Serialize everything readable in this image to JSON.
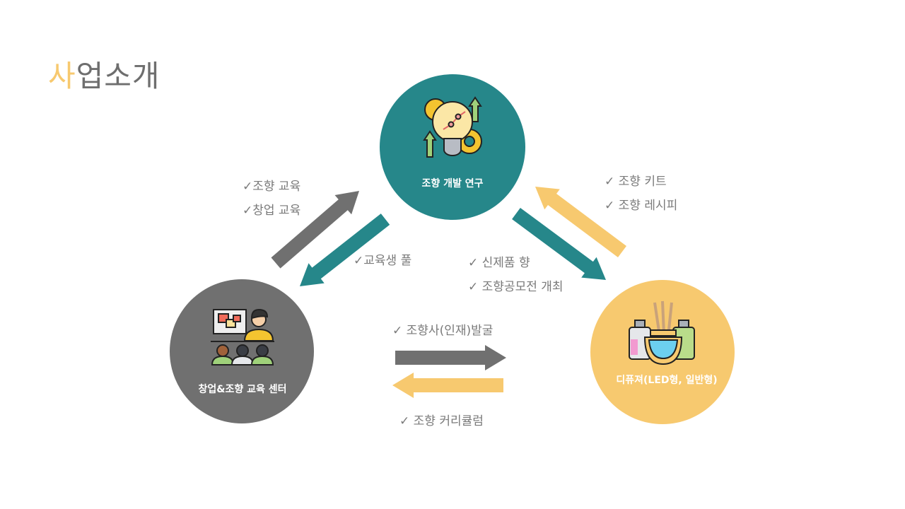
{
  "title": {
    "accent": "사",
    "rest": "업소개"
  },
  "colors": {
    "teal": "#26878a",
    "gray": "#707070",
    "yellow": "#f7c96f",
    "text": "#7a7a7a"
  },
  "nodes": {
    "research": {
      "label": "조향 개발 연구",
      "icon": "lightbulb-gears-icon"
    },
    "education": {
      "label": "창업&조향 교육 센터",
      "icon": "classroom-presenter-icon"
    },
    "diffuser": {
      "label": "디퓨져(LED형, 일반형)",
      "icon": "reed-diffuser-icon"
    }
  },
  "labels": {
    "edu_to_research": [
      "✓조향 교육",
      "✓창업 교육"
    ],
    "research_to_edu": "✓교육생 풀",
    "research_to_diffuser": [
      "✓ 신제품 향",
      "✓ 조향공모전 개최"
    ],
    "diffuser_to_research": [
      "✓ 조향 키트",
      "✓ 조향 레시피"
    ],
    "edu_to_diffuser": "✓ 조향사(인재)발굴",
    "diffuser_to_edu": "✓ 조향 커리큘럼"
  }
}
